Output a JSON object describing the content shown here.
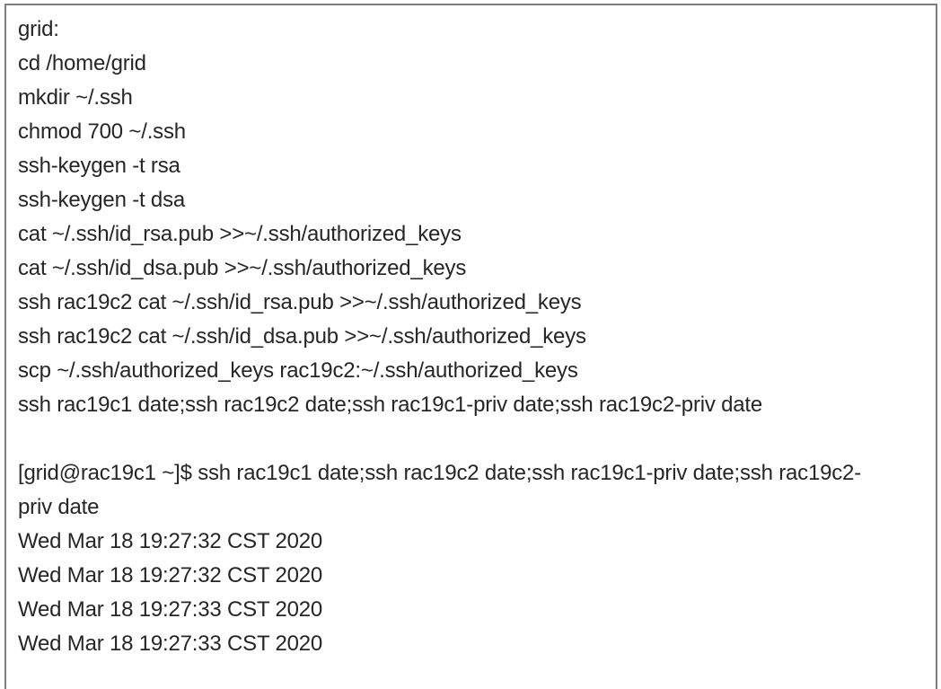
{
  "page": {
    "background_color": "#ffffff",
    "border_color": "#7e7e7e",
    "text_color": "#262626"
  },
  "code_block": {
    "description": "ssh-user-equivalence-setup-commands-and-output",
    "lines": [
      "grid:",
      "cd /home/grid",
      "mkdir ~/.ssh",
      "chmod 700 ~/.ssh",
      "ssh-keygen -t rsa",
      "ssh-keygen -t dsa",
      "cat ~/.ssh/id_rsa.pub >>~/.ssh/authorized_keys",
      "cat ~/.ssh/id_dsa.pub >>~/.ssh/authorized_keys",
      "ssh rac19c2 cat ~/.ssh/id_rsa.pub >>~/.ssh/authorized_keys",
      "ssh rac19c2 cat ~/.ssh/id_dsa.pub >>~/.ssh/authorized_keys",
      "scp ~/.ssh/authorized_keys rac19c2:~/.ssh/authorized_keys",
      "ssh rac19c1 date;ssh rac19c2 date;ssh rac19c1-priv date;ssh rac19c2-priv date",
      "",
      "[grid@rac19c1 ~]$ ssh rac19c1 date;ssh rac19c2 date;ssh rac19c1-priv date;ssh rac19c2-",
      "priv date",
      "Wed Mar 18 19:27:32 CST 2020",
      "Wed Mar 18 19:27:32 CST 2020",
      "Wed Mar 18 19:27:33 CST 2020",
      "Wed Mar 18 19:27:33 CST 2020"
    ]
  }
}
